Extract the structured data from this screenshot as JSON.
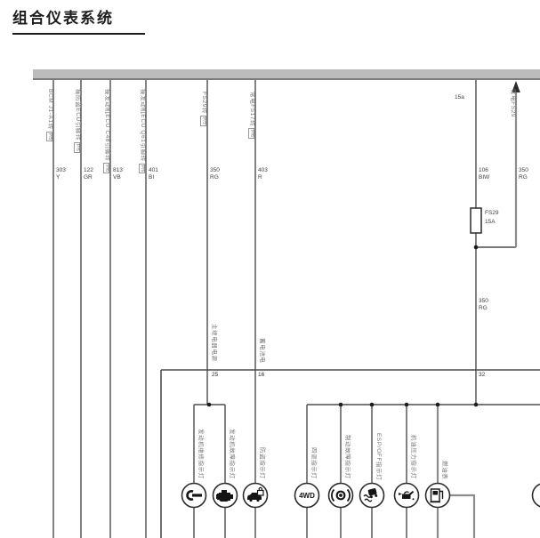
{
  "title": "组合仪表系统",
  "colors": {
    "bus_fill": "#bcbcbc",
    "bus_edge": "#7c7c7c",
    "wire_dark": "#4d4d4d",
    "wire_gray": "#8c8c8c",
    "label_gray": "#767676"
  },
  "top_connections": [
    {
      "label": "BCM J1-A1转",
      "ref": "P/5",
      "code": "303\nY"
    },
    {
      "label": "接防盗ECU引脚转",
      "ref": "P/5",
      "code": "122\nGR"
    },
    {
      "label": "接发动机ECU C48引脚转",
      "ref": "P/6",
      "code": "813\nVB"
    },
    {
      "label": "接发动机ECU Q61引脚转",
      "ref": "P/6",
      "code": "401\nBI"
    },
    {
      "label": "FS29转",
      "ref": "P/3",
      "code": "350\nRG"
    },
    {
      "label": "常电FS17转",
      "ref": "P/6",
      "code": "403\nR"
    }
  ],
  "right_branch": {
    "terminal": "15a",
    "code": "106\nBIW",
    "fuse_name": "FS29",
    "fuse_rating": "15A",
    "code_after_fuse": "350\nRG",
    "pin": "32",
    "arrow_label": "常电FS29",
    "arrow_code": "350\nRG"
  },
  "cluster": {
    "pins": [
      {
        "number": "25",
        "name": "主继电器电源"
      },
      {
        "number": "16",
        "name": "蓄电池电"
      },
      {
        "number": "32",
        "name": ""
      }
    ],
    "indicators": [
      {
        "label": "发动机维修指示灯",
        "icon": "wrench"
      },
      {
        "label": "发动机故障指示灯",
        "icon": "engine"
      },
      {
        "label": "防盗指示灯",
        "icon": "security"
      },
      {
        "label": "四驱指示灯",
        "icon": "4wd",
        "icon_text": "4WD"
      },
      {
        "label": "制动故障指示灯",
        "icon": "brake"
      },
      {
        "label": "ESP/OFF指示灯",
        "icon": "esp-off"
      },
      {
        "label": "机油压力指示灯",
        "icon": "oil-pressure"
      },
      {
        "label": "燃油表",
        "icon": "fuel-pump"
      }
    ]
  }
}
